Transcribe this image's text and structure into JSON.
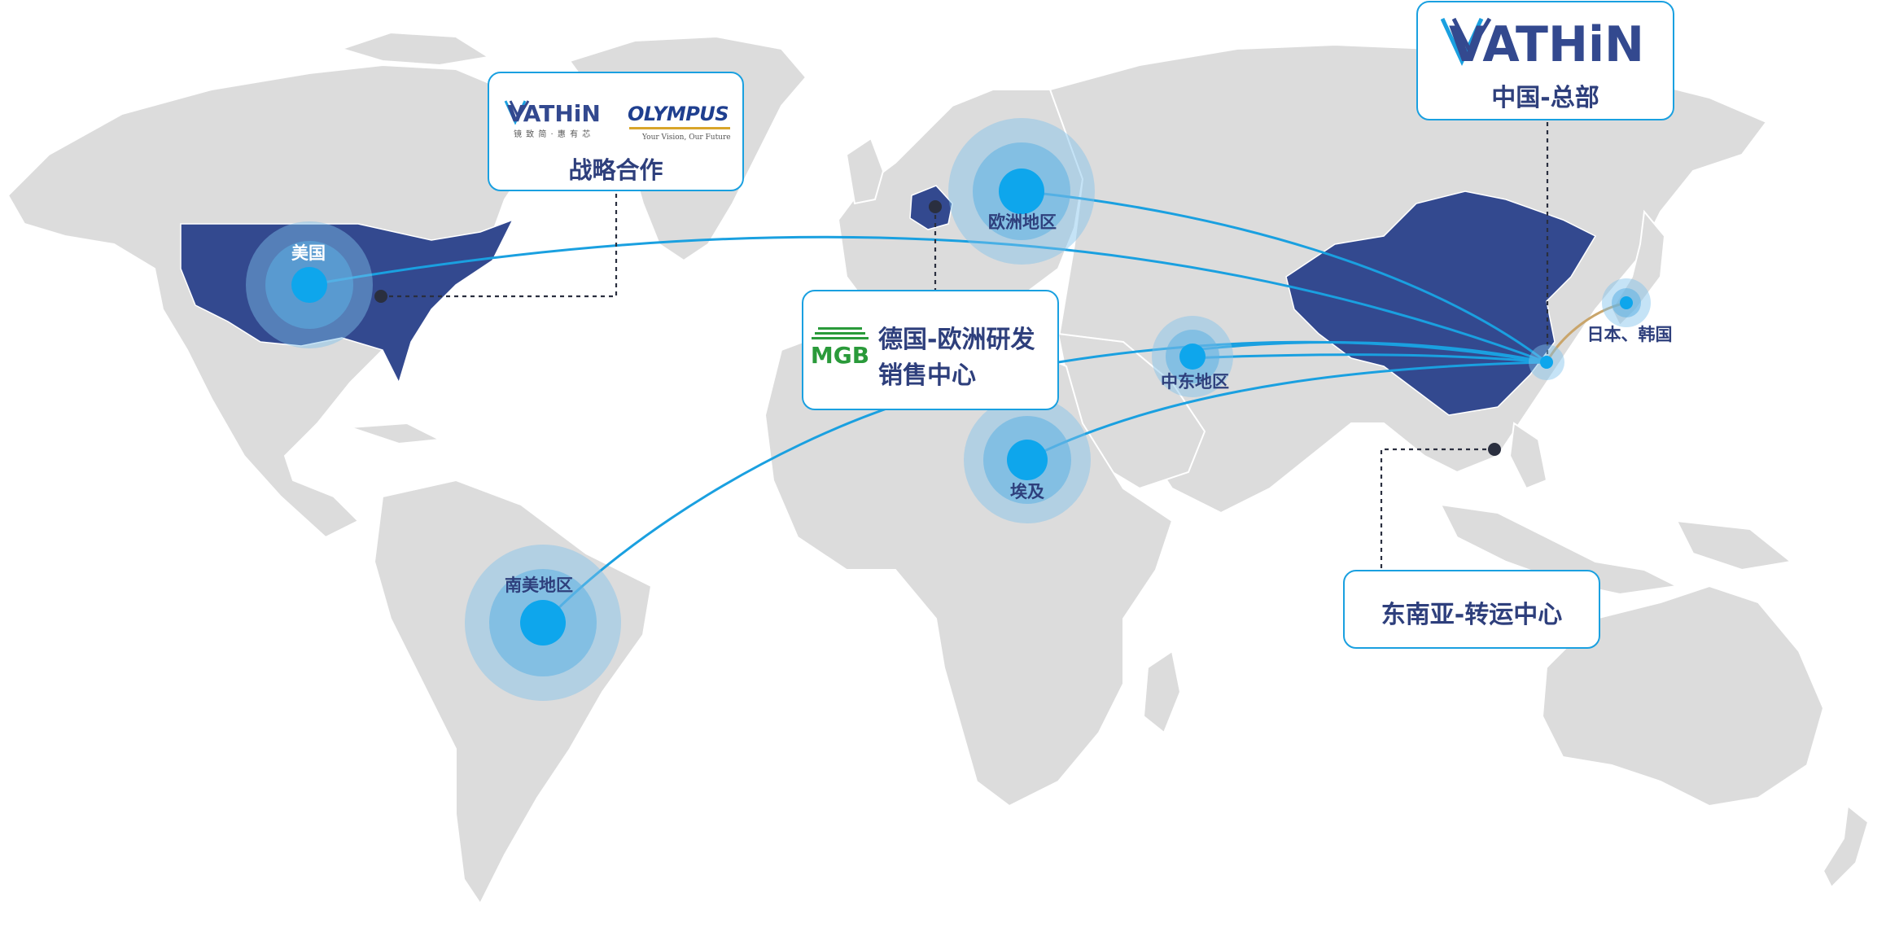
{
  "colors": {
    "land": "#dcdcdc",
    "highlight": "#33498f",
    "route": "#1aa0e0",
    "route_asia": "#c9a56b",
    "marker": "#0ea6ec",
    "label": "#2e3f7c",
    "mgb_green": "#2a9a3a",
    "olympus_gold": "#d8a52a"
  },
  "regions": {
    "usa": "美国",
    "europe": "欧洲地区",
    "middle_east": "中东地区",
    "egypt": "埃及",
    "south_america": "南美地区",
    "japan_korea": "日本、韩国"
  },
  "cards": {
    "partnership": {
      "logo_left": "VATHiN",
      "logo_left_sub": "镜 致 简 · 惠 有 芯",
      "logo_right": "OLYMPUS",
      "logo_right_sub": "Your Vision, Our Future",
      "title": "战略合作"
    },
    "hq": {
      "logo": "VATHiN",
      "title": "中国-总部"
    },
    "germany": {
      "logo": "MGB",
      "line1": "德国-欧洲研发",
      "line2": "销售中心"
    },
    "sea": {
      "title": "东南亚-转运中心"
    }
  }
}
